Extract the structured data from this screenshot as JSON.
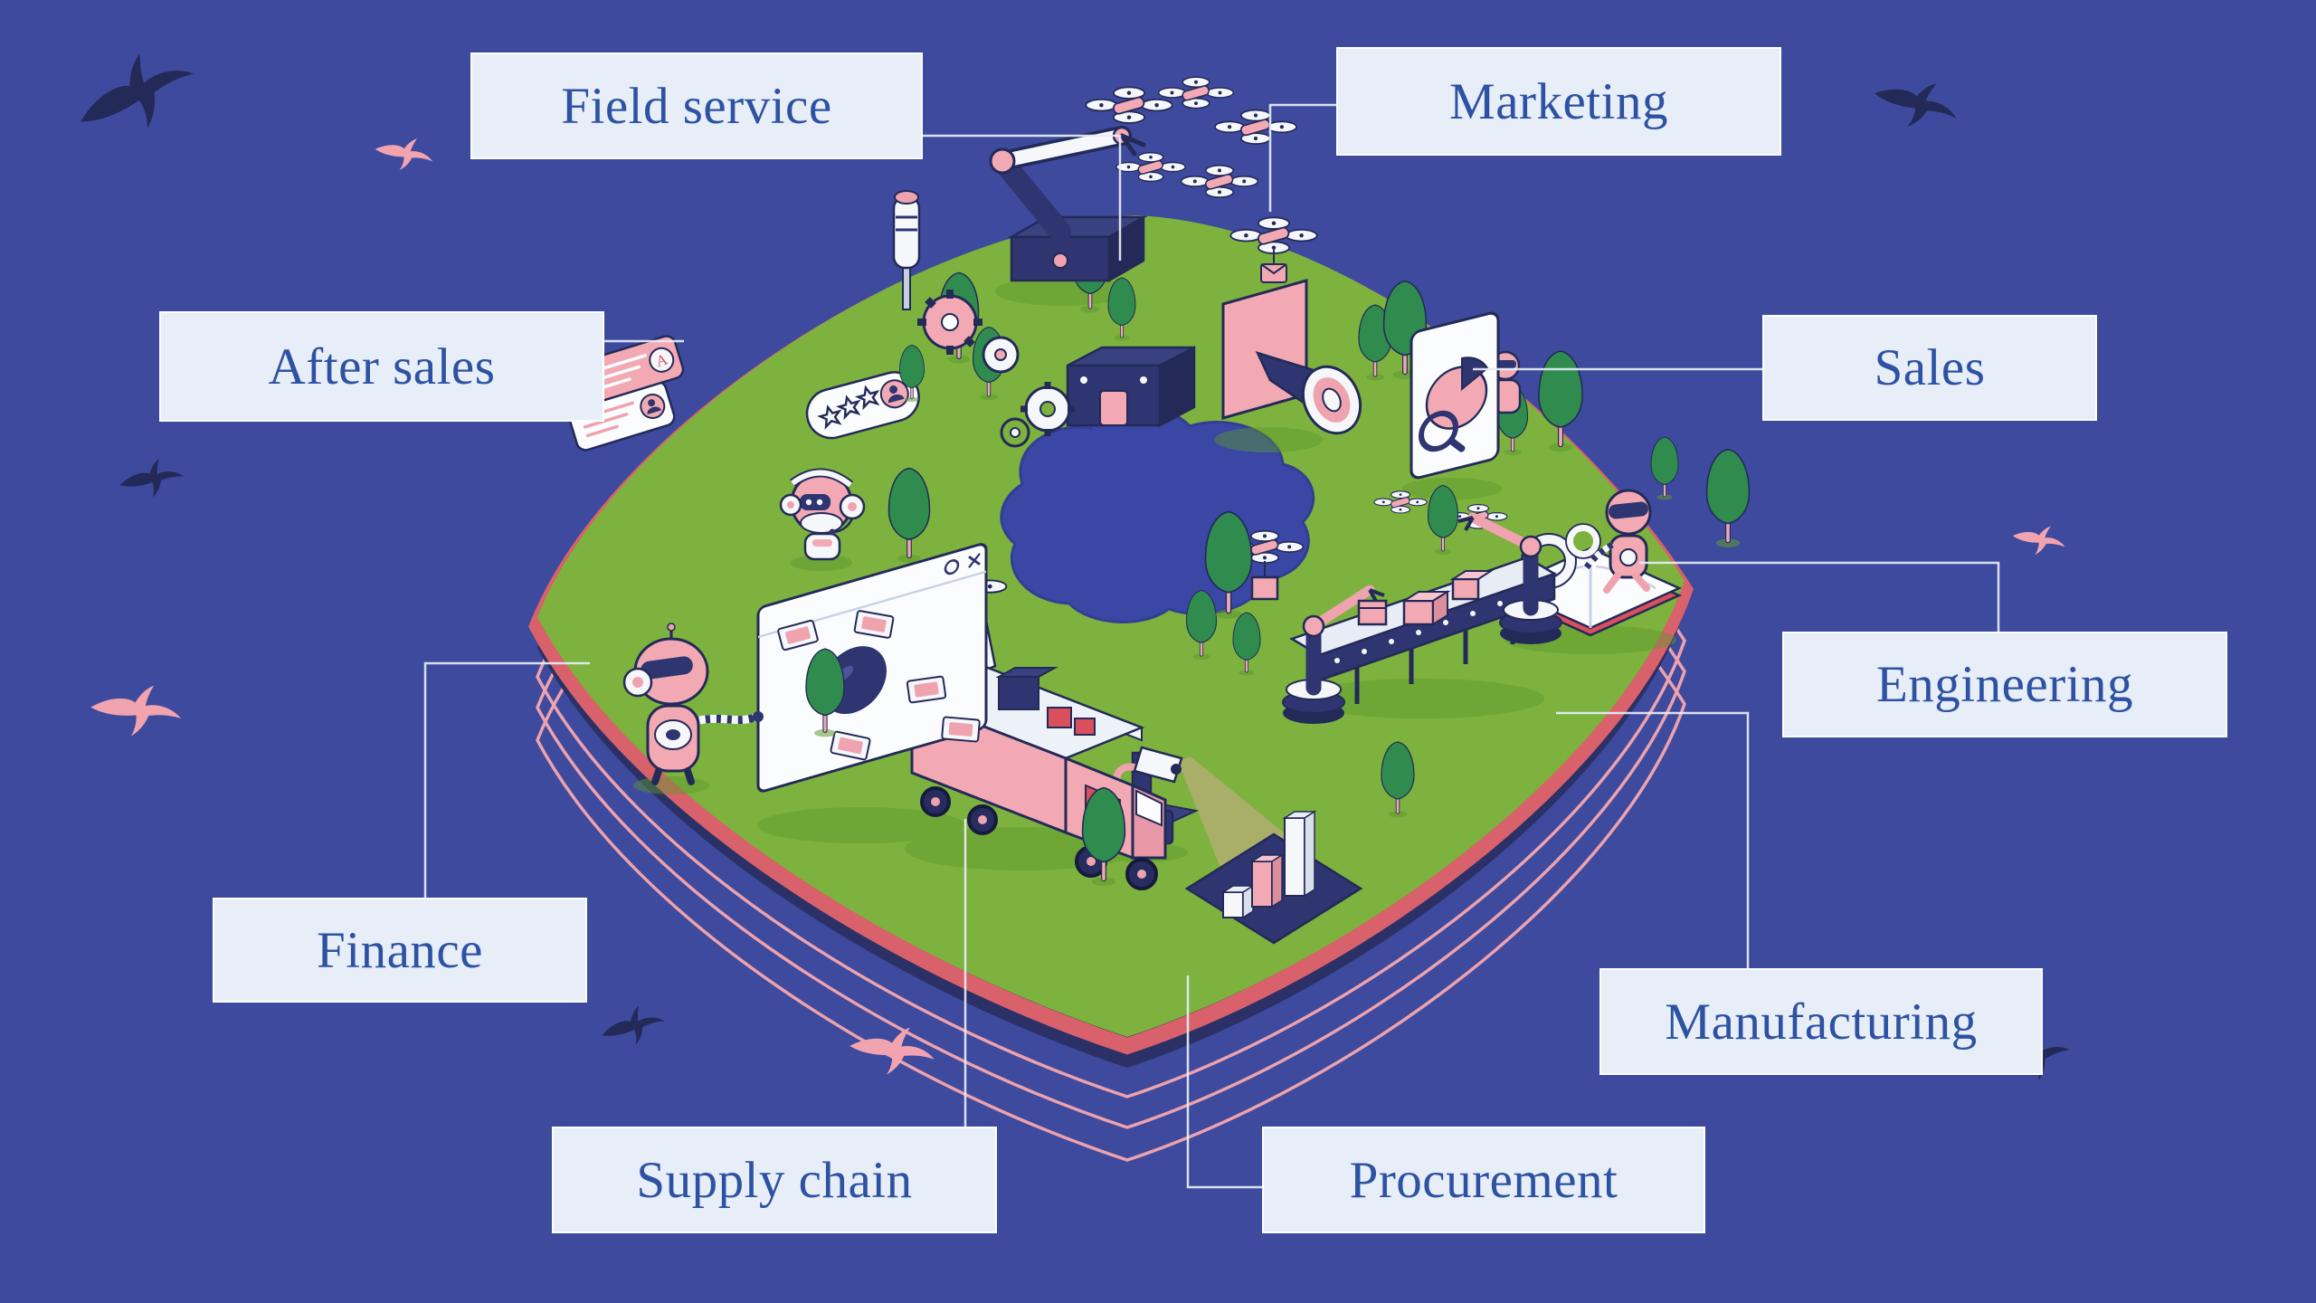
{
  "diagram": {
    "kind": "isometric-smart-factory-infographic",
    "island_name": "smart-factory-island"
  },
  "labels": {
    "field_service": "Field service",
    "marketing": "Marketing",
    "after_sales": "After sales",
    "sales": "Sales",
    "engineering": "Engineering",
    "finance": "Finance",
    "supply_chain": "Supply chain",
    "procurement": "Procurement",
    "manufacturing": "Manufacturing"
  },
  "badges": {
    "avatar_letter": "A"
  },
  "palette": {
    "background": "#3E4A9E",
    "label_bg": "#E7EEF8",
    "label_text": "#2E52A3",
    "connector": "#E6EDF7",
    "island_green": "#7CB23D",
    "island_side_navy": "#2B3166",
    "band_red": "#D9616B",
    "ring_pink": "#EDA2AD",
    "lake_blue": "#3A47A5",
    "accent_pink": "#F2A9B4",
    "accent_red": "#D94F5C",
    "outline_navy": "#232A58",
    "machine_navy": "#2E3570",
    "white": "#F5F7FB",
    "tree_green": "#2F8C4E",
    "trunk_pink": "#EFA9B2"
  },
  "scene": {
    "departments": [
      {
        "id": "field-service",
        "icons": [
          "robotic-arm-icon",
          "screwdriver-icon",
          "gear-icon",
          "drone-swarm-icon"
        ]
      },
      {
        "id": "marketing",
        "icons": [
          "megaphone-billboard-icon",
          "envelope-drone-icon"
        ]
      },
      {
        "id": "sales",
        "icons": [
          "tablet-pie-chart-icon",
          "magnifier-icon",
          "robot-icon",
          "drone-icon"
        ]
      },
      {
        "id": "engineering",
        "icons": [
          "open-book-icon",
          "reading-robot-icon",
          "gyroscope-rings-icon"
        ]
      },
      {
        "id": "manufacturing",
        "icons": [
          "conveyor-belt-icon",
          "robotic-arm-icon",
          "parcel-box-icon"
        ]
      },
      {
        "id": "procurement",
        "icons": [
          "projector-robot-icon",
          "spotlight-beam-icon",
          "bar-chart-podium-icon"
        ]
      },
      {
        "id": "supply-chain",
        "icons": [
          "delivery-truck-icon",
          "cargo-drone-icon",
          "parcel-box-icon"
        ]
      },
      {
        "id": "finance",
        "icons": [
          "pink-robot-icon",
          "browser-window-icon",
          "banknote-icon",
          "coin-icon"
        ]
      },
      {
        "id": "after-sales",
        "icons": [
          "headset-robot-icon",
          "chat-bubble-cards-icon",
          "review-stars-card-icon"
        ]
      }
    ],
    "extras": [
      "lake",
      "trees",
      "flying-birds",
      "factory-building",
      "echo-rings"
    ]
  }
}
